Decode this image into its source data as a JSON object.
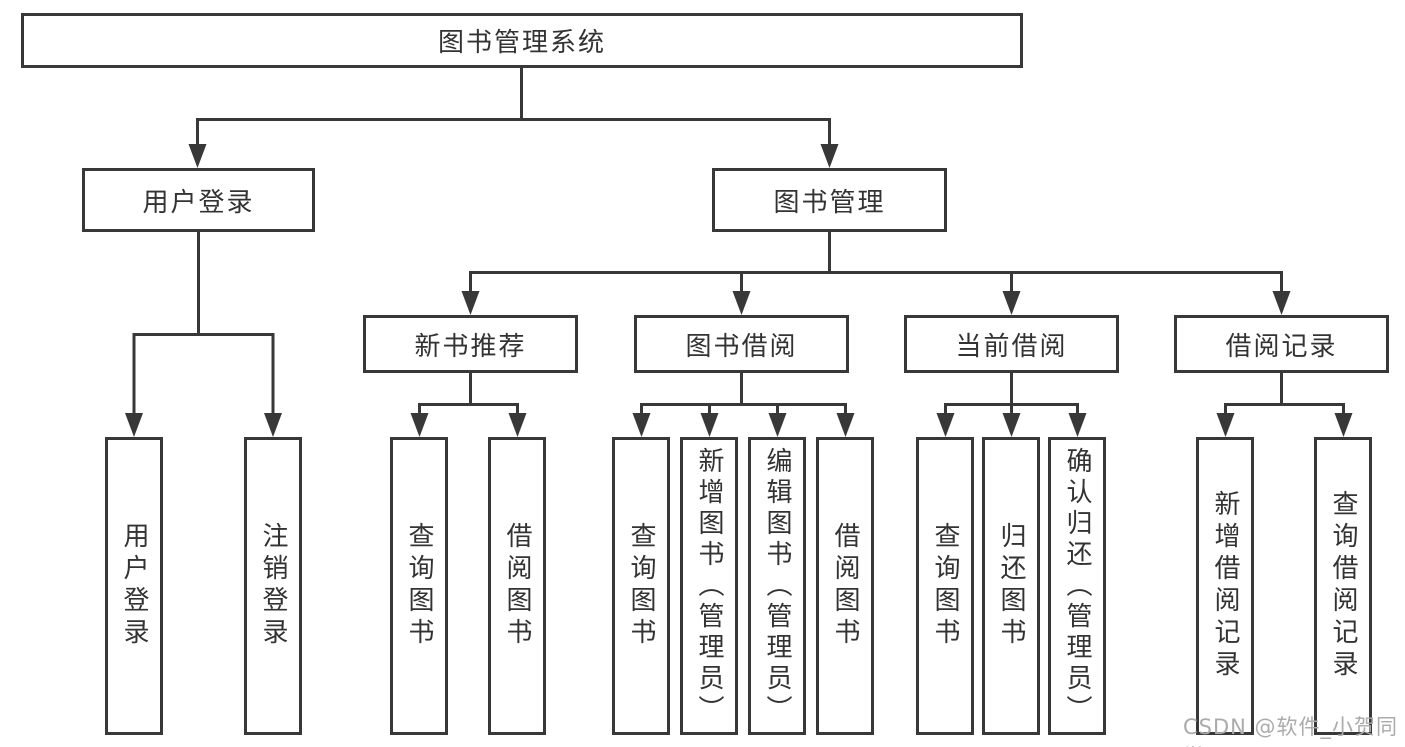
{
  "diagram": {
    "type": "hierarchy-tree",
    "orientation": "top-down",
    "tree": {
      "root_label": "图书管理系统",
      "branches": [
        {
          "label": "用户登录",
          "leaves": [
            "用户登录",
            "注销登录"
          ]
        },
        {
          "label": "图书管理",
          "groups": [
            {
              "label": "新书推荐",
              "leaves": [
                "查询图书",
                "借阅图书"
              ]
            },
            {
              "label": "图书借阅",
              "leaves": [
                "查询图书",
                "新增图书（管理员）",
                "编辑图书（管理员）",
                "借阅图书"
              ]
            },
            {
              "label": "当前借阅",
              "leaves": [
                "查询图书",
                "归还图书",
                "确认归还（管理员）"
              ]
            },
            {
              "label": "借阅记录",
              "leaves": [
                "新增借阅记录",
                "查询借阅记录"
              ]
            }
          ]
        }
      ]
    }
  },
  "watermark": "CSDN @软件_小贺同学",
  "colors": {
    "line": "#383838",
    "text": "#333333",
    "box_background": "#ffffff",
    "watermark": "#ababab",
    "page_background": "#ffffff"
  }
}
